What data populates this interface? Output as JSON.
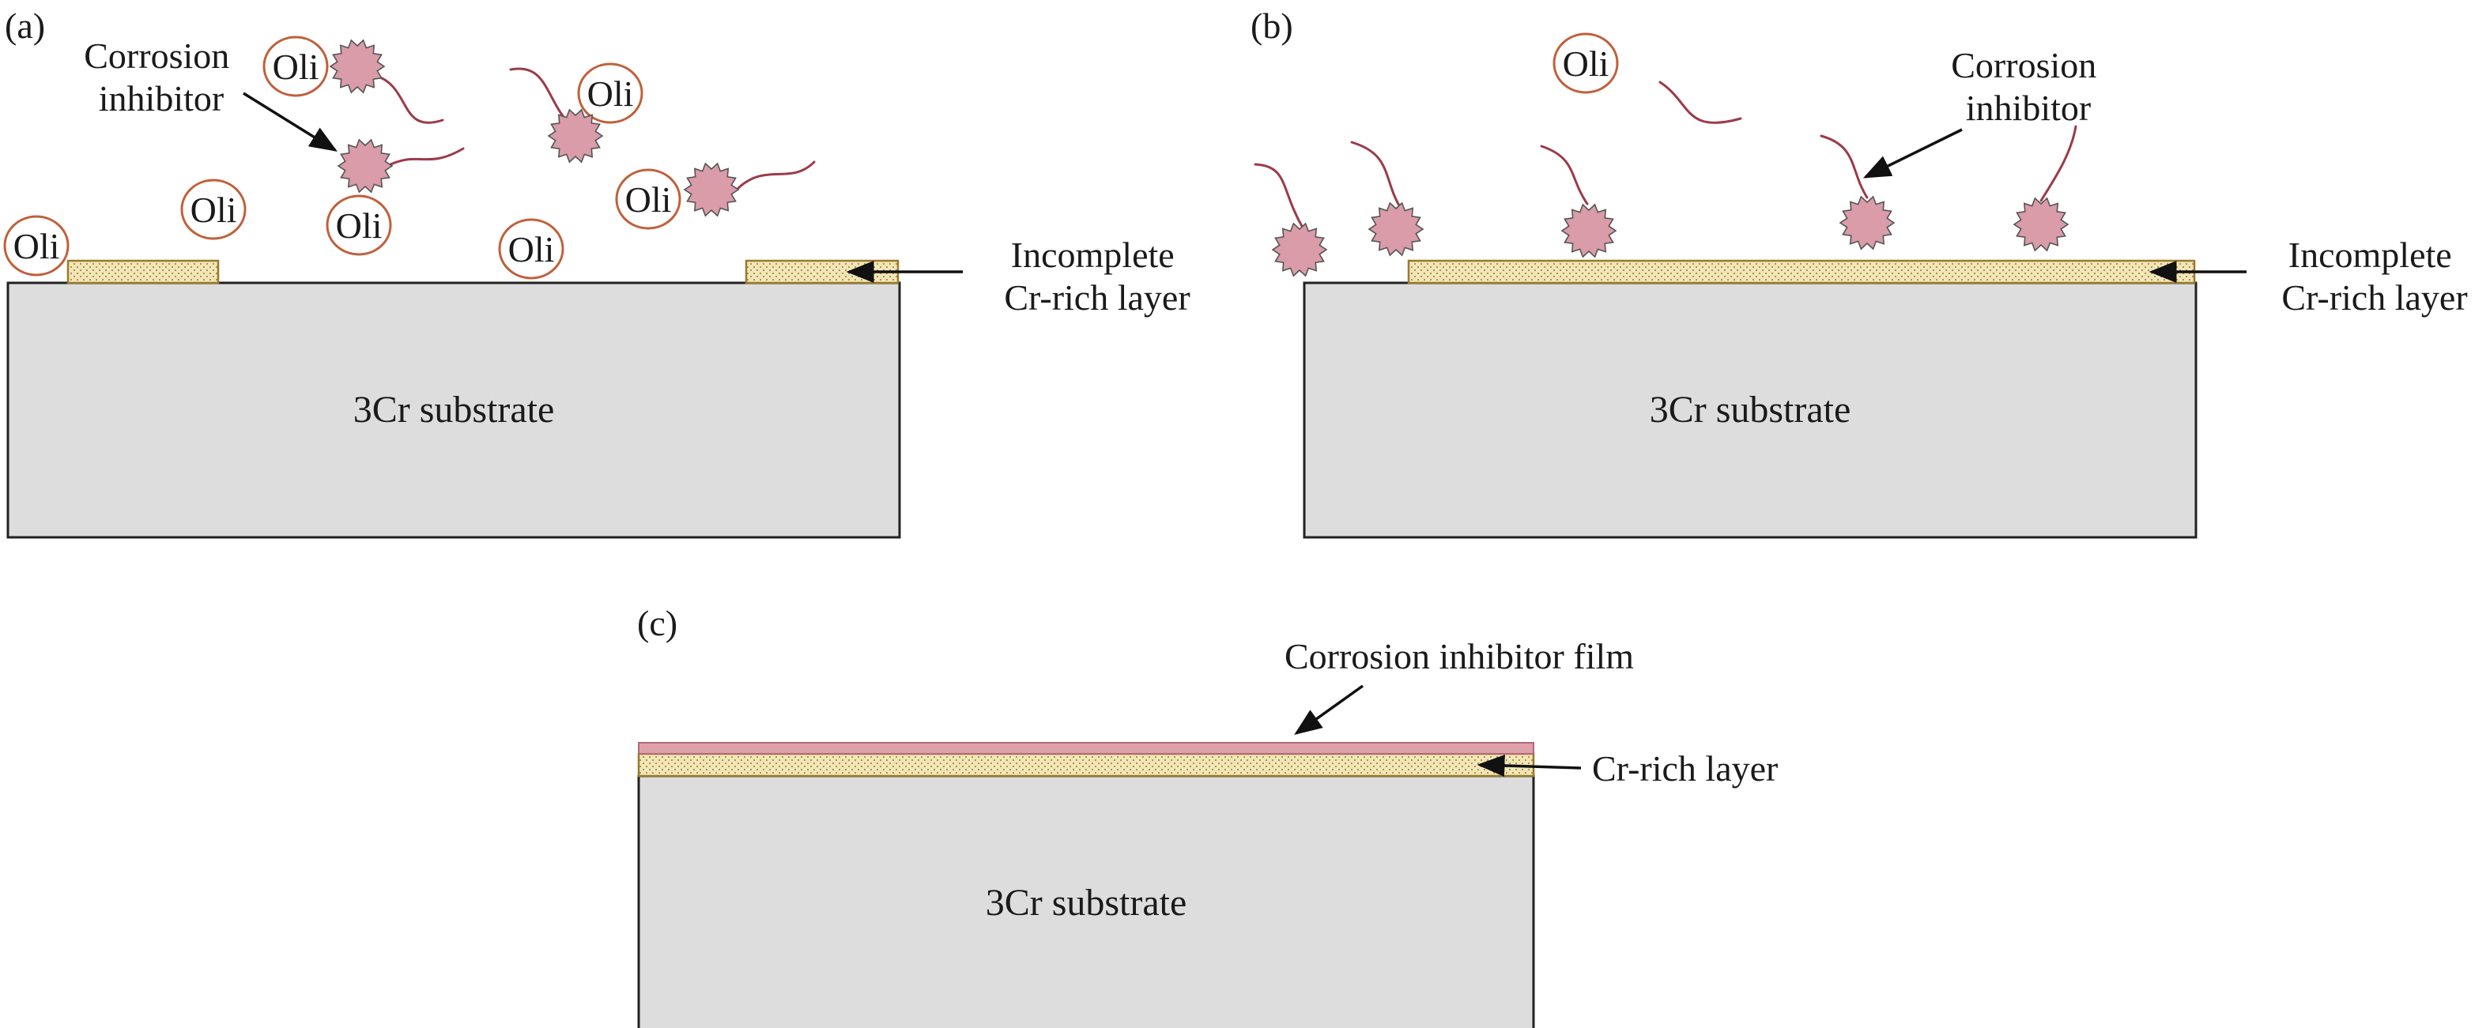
{
  "colors": {
    "substrate": "#dddddd",
    "cr_layer": "#f3e6b4",
    "inhibitor_film": "#dfa0aa",
    "inhibitor_molecule": "#d99ca8",
    "oli_ring": "#c0603a"
  },
  "panels": {
    "a": {
      "label": "(a)",
      "inhibitor_label": [
        "Corrosion",
        "inhibitor"
      ],
      "layer_label": [
        "Incomplete",
        "Cr-rich layer"
      ],
      "substrate_label": "3Cr substrate",
      "oli_text": "Oli"
    },
    "b": {
      "label": "(b)",
      "inhibitor_label": [
        "Corrosion",
        "inhibitor"
      ],
      "layer_label": [
        "Incomplete",
        "Cr-rich layer"
      ],
      "substrate_label": "3Cr substrate",
      "oli_text": "Oli"
    },
    "c": {
      "label": "(c)",
      "film_label": "Corrosion inhibitor film",
      "layer_label": "Cr-rich layer",
      "substrate_label": "3Cr substrate"
    }
  }
}
